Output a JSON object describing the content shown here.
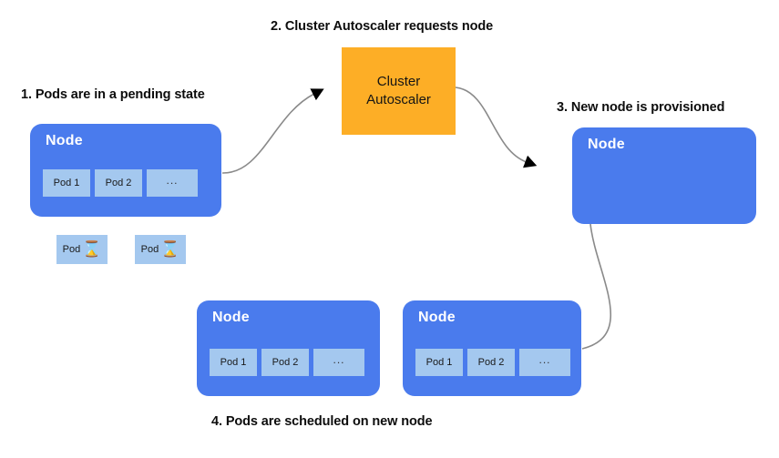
{
  "diagram": {
    "title": "Cluster Autoscaler node provisioning flow",
    "colors": {
      "node_blue": "#4a7bed",
      "pod_light_blue": "#a4c8ef",
      "autoscaler_orange": "#fdae26",
      "connector_gray": "#8a8a8a",
      "text_dark": "#0d0d0d",
      "background": "#ffffff"
    },
    "steps": [
      {
        "id": "step1",
        "label": "1. Pods are in a pending state"
      },
      {
        "id": "step2",
        "label": "2. Cluster Autoscaler requests node"
      },
      {
        "id": "step3",
        "label": "3. New node is provisioned"
      },
      {
        "id": "step4",
        "label": "4. Pods are scheduled on new node"
      }
    ],
    "autoscaler": {
      "line1": "Cluster",
      "line2": "Autoscaler"
    },
    "nodes": [
      {
        "id": "node-pending",
        "label": "Node",
        "pods": [
          "Pod 1",
          "Pod 2",
          "..."
        ]
      },
      {
        "id": "node-provisioned",
        "label": "Node",
        "pods": []
      },
      {
        "id": "node-existing-bottom",
        "label": "Node",
        "pods": [
          "Pod 1",
          "Pod 2",
          "..."
        ]
      },
      {
        "id": "node-new-bottom",
        "label": "Node",
        "pods": [
          "Pod 1",
          "Pod 2",
          "..."
        ]
      }
    ],
    "pending_pods": [
      {
        "label": "Pod",
        "icon": "hourglass-icon",
        "glyph": "⌛"
      },
      {
        "label": "Pod",
        "icon": "hourglass-icon",
        "glyph": "⌛"
      }
    ]
  }
}
